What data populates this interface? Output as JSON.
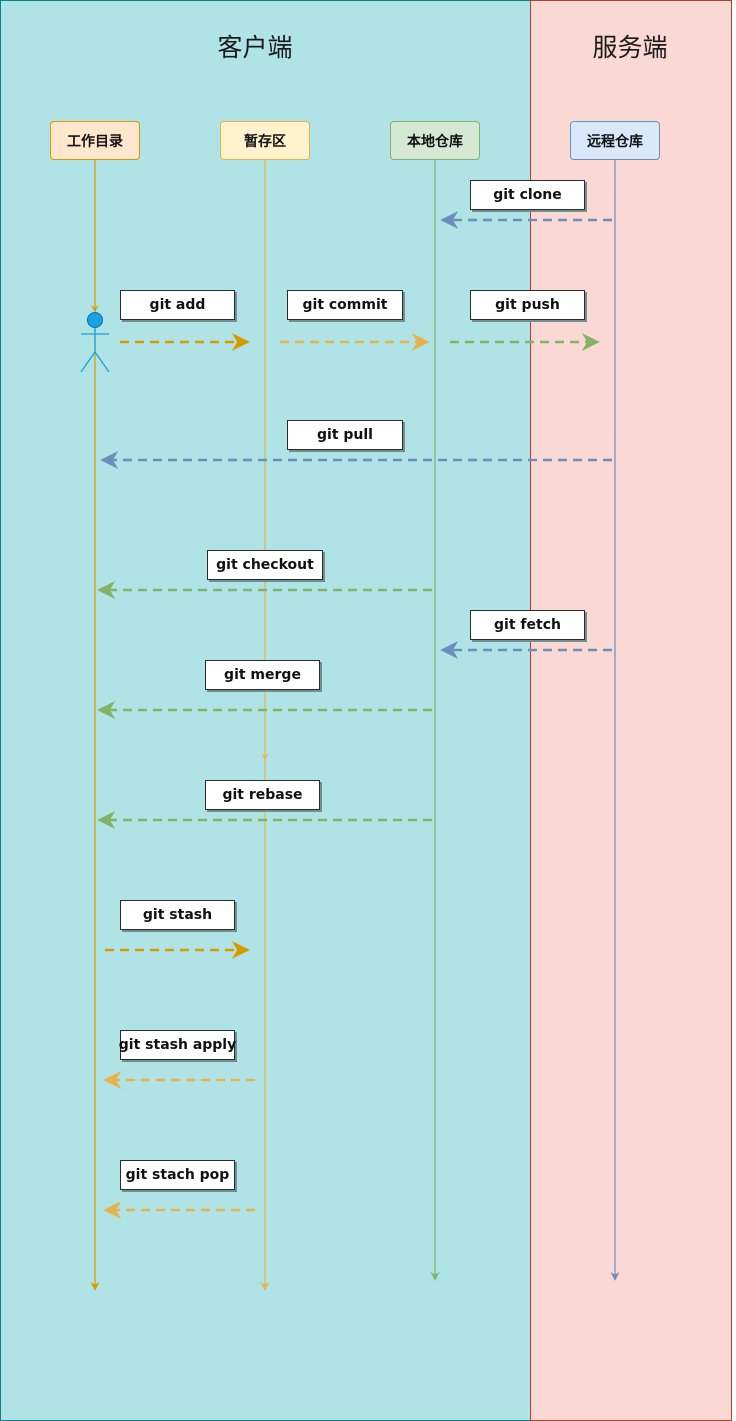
{
  "zones": {
    "client_title": "客户端",
    "server_title": "服务端"
  },
  "lanes": [
    {
      "label": "工作目录",
      "color": "#d79b00",
      "fill": "#ffe6cc"
    },
    {
      "label": "暂存区",
      "color": "#e6b34a",
      "fill": "#fff2cc"
    },
    {
      "label": "本地仓库",
      "color": "#82b366",
      "fill": "#d5e8d4"
    },
    {
      "label": "远程仓库",
      "color": "#6c8ebf",
      "fill": "#dae8fc"
    }
  ],
  "commands": [
    {
      "label": "git clone",
      "from": 3,
      "to": 2,
      "color": "#6c8ebf"
    },
    {
      "label": "git add",
      "from": 0,
      "to": 1,
      "color": "#d79b00"
    },
    {
      "label": "git commit",
      "from": 1,
      "to": 2,
      "color": "#e6b34a"
    },
    {
      "label": "git push",
      "from": 2,
      "to": 3,
      "color": "#82b366"
    },
    {
      "label": "git pull",
      "from": 3,
      "to": 0,
      "color": "#6c8ebf"
    },
    {
      "label": "git checkout",
      "from": 2,
      "to": 0,
      "color": "#82b366"
    },
    {
      "label": "git fetch",
      "from": 3,
      "to": 2,
      "color": "#6c8ebf"
    },
    {
      "label": "git merge",
      "from": 2,
      "to": 0,
      "color": "#82b366"
    },
    {
      "label": "git rebase",
      "from": 2,
      "to": 0,
      "color": "#82b366"
    },
    {
      "label": "git stash",
      "from": 0,
      "to": 1,
      "color": "#d79b00"
    },
    {
      "label": "git stash apply",
      "from": 1,
      "to": 0,
      "color": "#e6b34a"
    },
    {
      "label": "git stach pop",
      "from": 1,
      "to": 0,
      "color": "#e6b34a"
    }
  ],
  "actor": {
    "icon": "user-actor-icon",
    "color": "#1ba1e2"
  }
}
